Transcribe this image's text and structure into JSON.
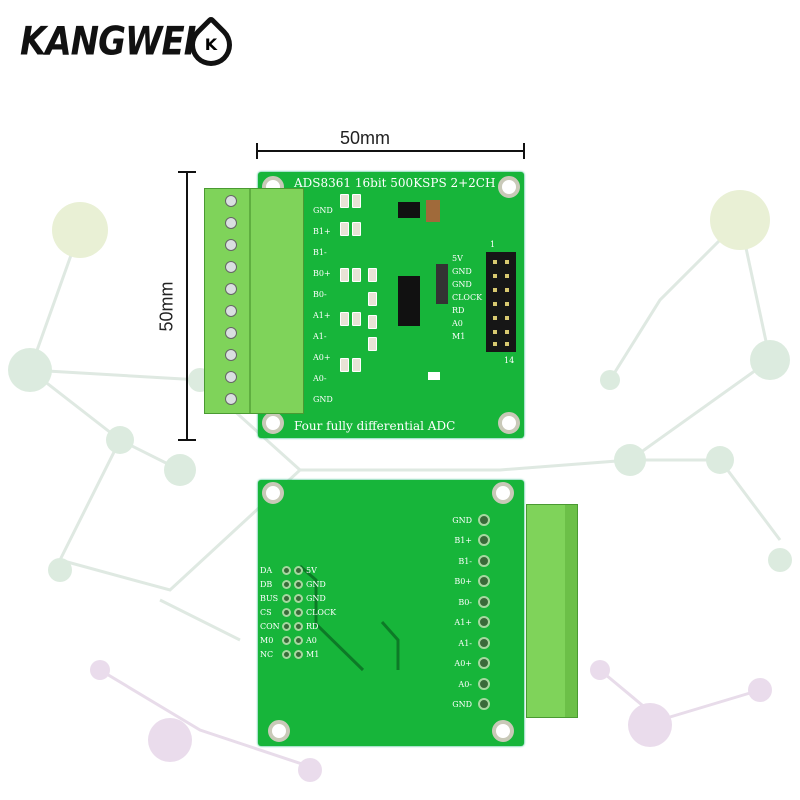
{
  "brand": {
    "logo_text": "KANGWEI",
    "logo_mark": "K"
  },
  "dimensions": {
    "width_label": "50mm",
    "height_label": "50mm"
  },
  "top_board": {
    "title": "ADS8361 16bit 500KSPS 2+2CH",
    "footer": "Four fully differential ADC",
    "terminal_labels": [
      "GND",
      "B1+",
      "B1-",
      "B0+",
      "B0-",
      "A1+",
      "A1-",
      "A0+",
      "A0-",
      "GND"
    ],
    "header_left_labels": [
      "5V",
      "GND",
      "GND",
      "CLOCK",
      "RD",
      "A0",
      "M1"
    ],
    "header_numbers": [
      "1",
      "14"
    ]
  },
  "bottom_board": {
    "terminal_labels": [
      "GND",
      "B1+",
      "B1-",
      "B0+",
      "B0-",
      "A1+",
      "A1-",
      "A0+",
      "A0-",
      "GND"
    ],
    "header_left_labels": [
      "DA",
      "DB",
      "BUS",
      "CS",
      "CON",
      "M0",
      "NC"
    ],
    "header_right_labels": [
      "5V",
      "GND",
      "GND",
      "CLOCK",
      "RD",
      "A0",
      "M1"
    ]
  },
  "colors": {
    "pcb": "#17b53a",
    "terminal": "#7fd35a",
    "network": "#cfe3d6"
  }
}
